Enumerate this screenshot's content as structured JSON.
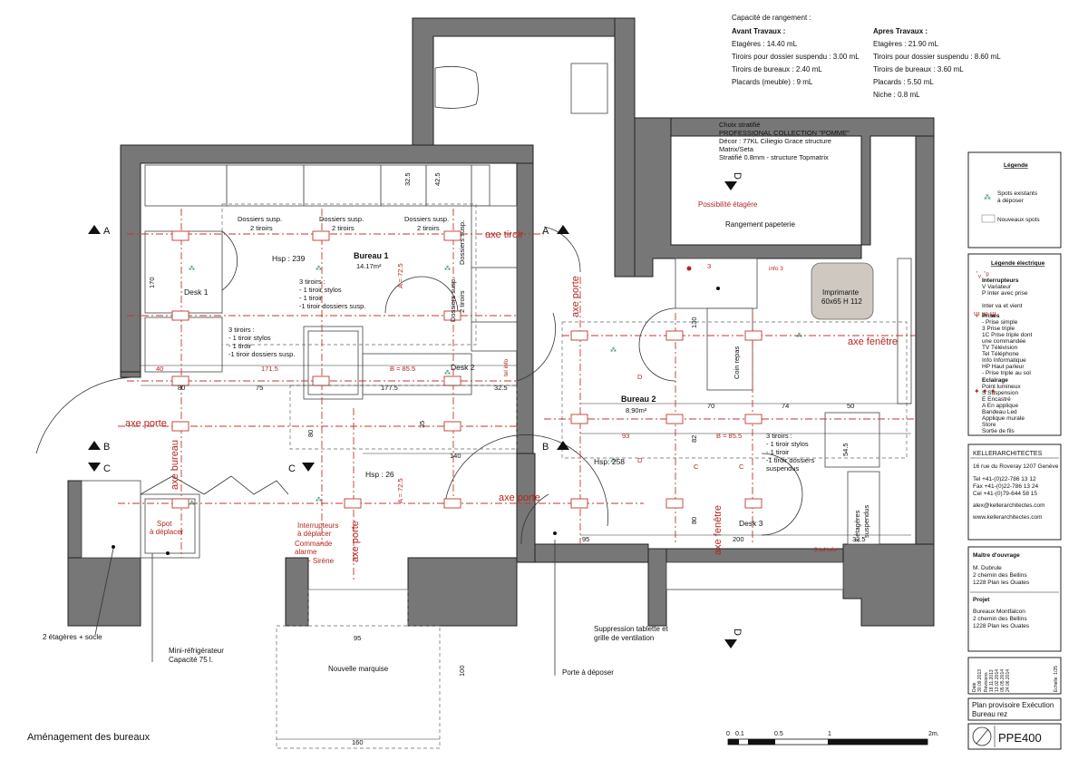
{
  "sheet_title": "Aménagement des bureaux",
  "storage": {
    "heading": "Capacité de rangement :",
    "before": {
      "title": "Avant Travaux :",
      "lines": [
        "Etagères : 14.40 mL",
        "Tiroirs pour dossier suspendu : 3.00 mL",
        "Tiroirs de bureaux : 2.40 mL",
        "Placards (meuble) : 9 mL"
      ]
    },
    "after": {
      "title": "Apres Travaux :",
      "lines": [
        "Etagères : 21.90 mL",
        "Tiroirs pour dossier suspendu : 8.60 mL",
        "Tiroirs de bureaux : 3.60 mL",
        "Placards : 5.50 mL",
        "Niche : 0.8 mL"
      ]
    }
  },
  "material": [
    "Choix stratifié",
    "PROFESSIONAL COLLECTION \"POMME\"",
    "Décor : 77KL Ciliegio Grace structure",
    "Matrix/Seta",
    "Stratifié 0.8mm - structure Topmatrix"
  ],
  "rooms": {
    "bureau1": {
      "name": "Bureau 1",
      "area": "14.17m²",
      "hsp": "Hsp : 239"
    },
    "bureau2": {
      "name": "Bureau 2",
      "area": "8.90m²",
      "hsp": "Hsp: 258"
    },
    "hsp_corridor": "Hsp : 26",
    "desk1": "Desk 1",
    "desk2": "Desk 2",
    "desk3": "Desk 3",
    "coin_repas": "Coin repas",
    "imprimante": [
      "Imprimante",
      "60x65 H 112"
    ],
    "rangement": "Rangement papeterie",
    "possibilite": "Possibilité étagère"
  },
  "furniture_labels": {
    "dossiers1": [
      "Dossiers susp.",
      "2 tiroirs"
    ],
    "dossiers2": [
      "Dossiers susp.",
      "2 tiroirs"
    ],
    "dossiers3": [
      "Dossiers susp.",
      "2 tiroirs"
    ],
    "tiroirs_a": [
      "3 tiroirs :",
      "- 1 tiroir stylos",
      "- 1 tiroir",
      "-1 tiroir dossiers susp."
    ],
    "tiroirs_b": [
      "3 tiroirs :",
      "- 1 tiroir stylos",
      "- 1 tiroir",
      "-1 tiroir dossiers susp."
    ],
    "tiroirs_c": [
      "3 tiroirs :",
      "- 1 tiroir stylos",
      "- 1 tiroir",
      "-1 tiroir dossiers",
      "suspendus"
    ],
    "etageres3": [
      "3 étagères",
      "suspendus"
    ],
    "spot": [
      "Spot",
      "à déplacer"
    ],
    "interrupteurs": [
      "Interrupteurs",
      "à déplacer"
    ],
    "commande": [
      "Commande",
      "alarme",
      "+ Sirène"
    ]
  },
  "axis_labels": {
    "axe_tiroir": "axe tiroir",
    "axe_porte": "axe porte",
    "axe_fenetre": "axe fenêtre",
    "axe_bureau": "axe bureau"
  },
  "dimensions": [
    "32.5",
    "42.5",
    "170",
    "40",
    "171.5",
    "B = 85.5",
    "80",
    "75",
    "177.5",
    "32.5",
    "80",
    "35",
    "140",
    "A = 72.5",
    "A = 72.5",
    "130",
    "70",
    "74",
    "50",
    "93",
    "82",
    "B = 85.5",
    "54.5",
    "80",
    "200",
    "32.5",
    "95",
    "95",
    "100",
    "160",
    "3",
    "D",
    "D",
    "C",
    "C"
  ],
  "section_marks": {
    "A": "A",
    "B": "B",
    "C": "C",
    "D": "D"
  },
  "annotations": {
    "etageres_socle": "2 étagères + socle",
    "mini_frigo": [
      "Mini-réfrigérateur",
      "Capacité 75 l."
    ],
    "nouvelle_marquise": "Nouvelle marquise",
    "porte_deposer": "Porte à déposer",
    "suppression": [
      "Suppression tablette et",
      "grille de ventilation"
    ],
    "info3": "info 3",
    "tel_info": "tel info",
    "three_tel_info": "3  tel info"
  },
  "scale_bar": {
    "labels": [
      "0",
      "0.1",
      "0.5",
      "1",
      "2m."
    ]
  },
  "legend": {
    "title": "Légende",
    "items": [
      {
        "label": [
          "Spots existants",
          "à déposer"
        ],
        "icon": "spot-icon"
      },
      {
        "label": [
          "Nouveaux spots"
        ],
        "icon": "rectangle-icon"
      }
    ]
  },
  "electric_legend": {
    "title": "Légende électrique",
    "sections": [
      {
        "head": "Interrupteurs",
        "lines": [
          "V   Variateur",
          "P   Inter avec prise",
          "",
          "Inter va et vient"
        ]
      },
      {
        "head": "Prises",
        "lines": [
          "-    Prise simple",
          "3    Prise triple",
          "1C  Prise triple dont",
          "      une commandée",
          "TV  Télévision",
          "Tel  Téléphone",
          "Info  Informatique",
          "HP  Haut parleur",
          "-    Prise triple au sol"
        ]
      },
      {
        "head": "Eclairage",
        "lines": [
          "Point lumineux",
          "S   Suspension",
          "E   Encastré",
          "A   En applique",
          "Bandeau Led",
          "Applique murale",
          "Store",
          "Sortie de fils"
        ]
      }
    ]
  },
  "architect": {
    "name": "KELLERARCHITECTES",
    "address": "16 rue du Roveray  1207 Genève",
    "tel": [
      "Tel   +41-(0)22-786 13 12",
      "Fax  +41-(0)22-786 13 24",
      "Cel  +41-(0)79-644 58 15"
    ],
    "email": "alex@kellerarchitectes.com",
    "web": "www.kellerarchitectes.com"
  },
  "owner": {
    "title": "Maître d'ouvrage",
    "lines": [
      "M. Dubrule",
      "2 chemin des Bellins",
      "1228 Plan les Ouates"
    ]
  },
  "project": {
    "title": "Projet",
    "lines": [
      "Bureaux Montfalcon",
      "2 chemin des Bellins",
      "1228 Plan les Ouates"
    ]
  },
  "revisions": [
    "Date",
    "30.09.2013",
    "Révisions",
    "18.11.2013",
    "13.02.2014",
    "05.05.2014",
    "24.06.2014",
    "Echelle: 1/25"
  ],
  "plan_title": [
    "Plan provisoire Exécution",
    "Bureau rez"
  ],
  "plan_number": "PPE400"
}
